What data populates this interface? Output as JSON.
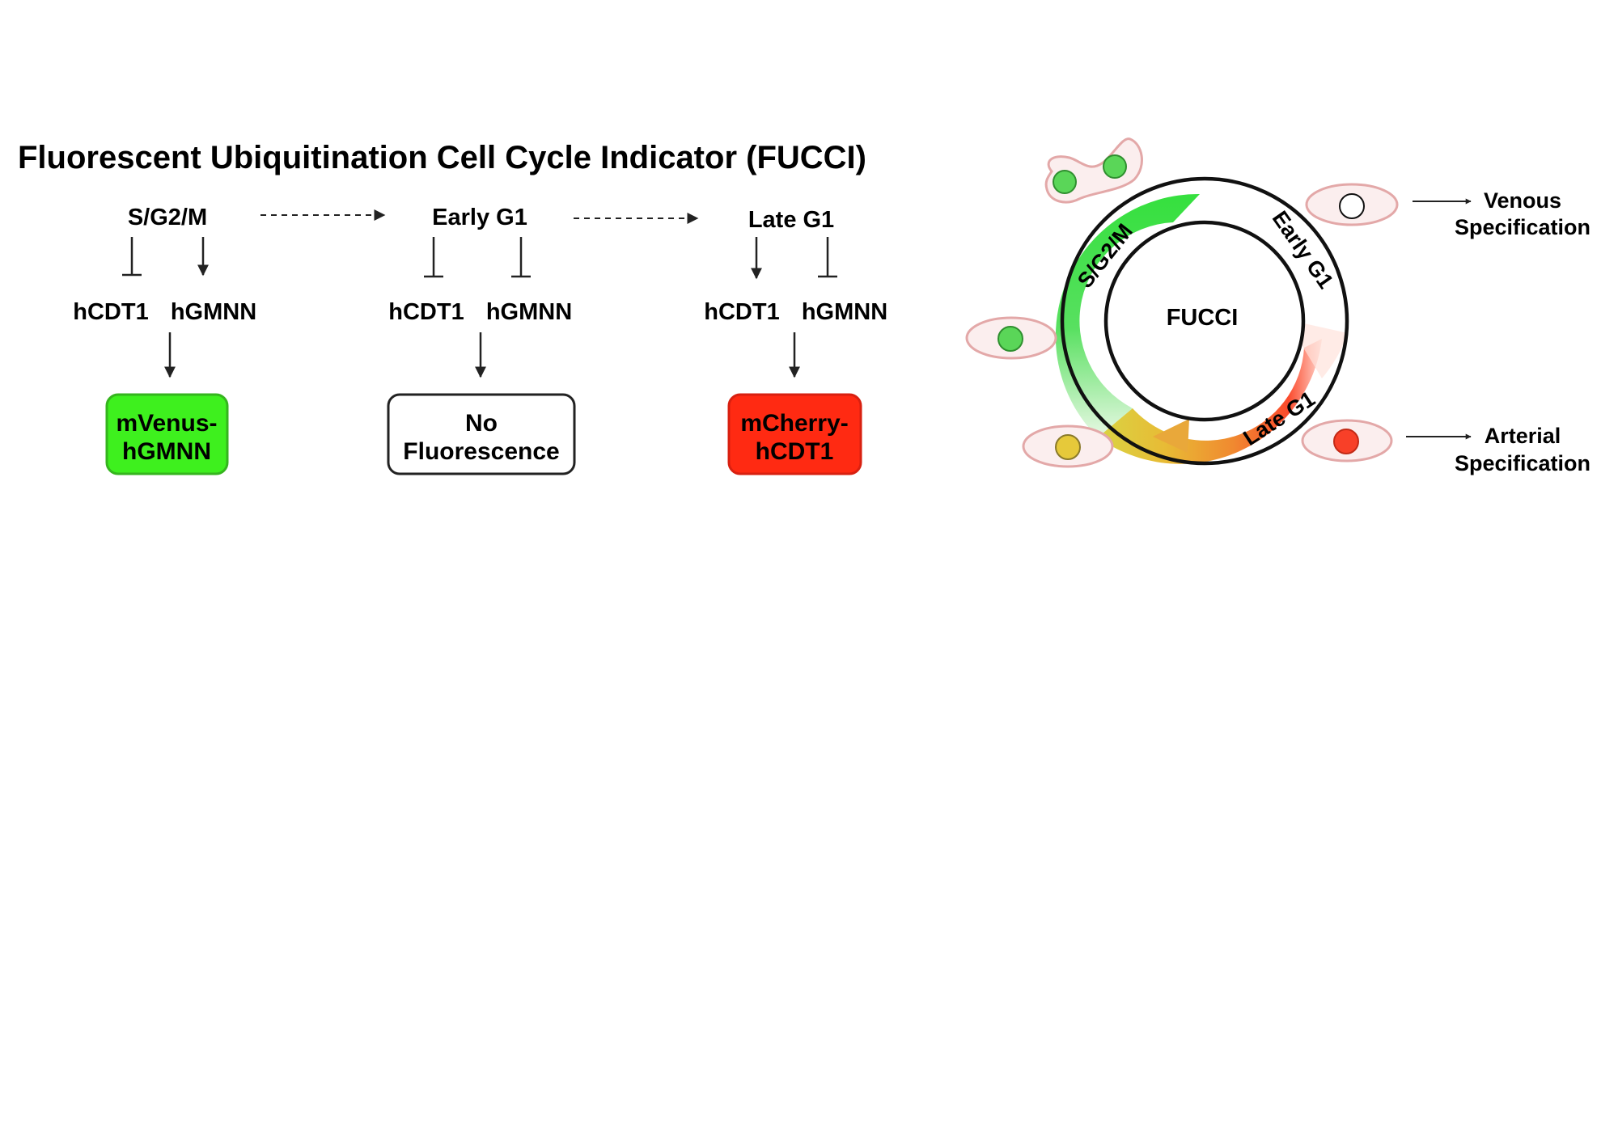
{
  "title": "Fluorescent Ubiquitination Cell Cycle Indicator (FUCCI)",
  "colors": {
    "green": "#3ef01e",
    "red": "#ff2a12",
    "yellow": "#e6c93a",
    "cell_outline": "#e3a8a8",
    "cell_fill": "#fbeeee"
  },
  "stages": [
    {
      "phase": "S/G2/M",
      "left_protein": "hCDT1",
      "right_protein": "hGMNN",
      "left_effect": "inhibit",
      "right_effect": "activate",
      "reporter_line1": "mVenus-",
      "reporter_line2": "hGMNN",
      "reporter_color": "green"
    },
    {
      "phase": "Early G1",
      "left_protein": "hCDT1",
      "right_protein": "hGMNN",
      "left_effect": "inhibit",
      "right_effect": "inhibit",
      "reporter_line1": "No",
      "reporter_line2": "Fluorescence",
      "reporter_color": "none"
    },
    {
      "phase": "Late G1",
      "left_protein": "hCDT1",
      "right_protein": "hGMNN",
      "left_effect": "activate",
      "right_effect": "inhibit",
      "reporter_line1": "mCherry-",
      "reporter_line2": "hCDT1",
      "reporter_color": "red"
    }
  ],
  "cycle": {
    "center_label": "FUCCI",
    "phases": [
      "S/G2/M",
      "Early G1",
      "Late G1"
    ]
  },
  "cells": [
    {
      "name": "dividing-cell",
      "nucleus_color": "green"
    },
    {
      "name": "green-cell",
      "nucleus_color": "green"
    },
    {
      "name": "yellow-cell",
      "nucleus_color": "yellow"
    },
    {
      "name": "venous-cell",
      "nucleus_color": "white"
    },
    {
      "name": "arterial-cell",
      "nucleus_color": "red"
    }
  ],
  "outcomes": {
    "venous_line1": "Venous",
    "venous_line2": "Specification",
    "arterial_line1": "Arterial",
    "arterial_line2": "Specification"
  }
}
